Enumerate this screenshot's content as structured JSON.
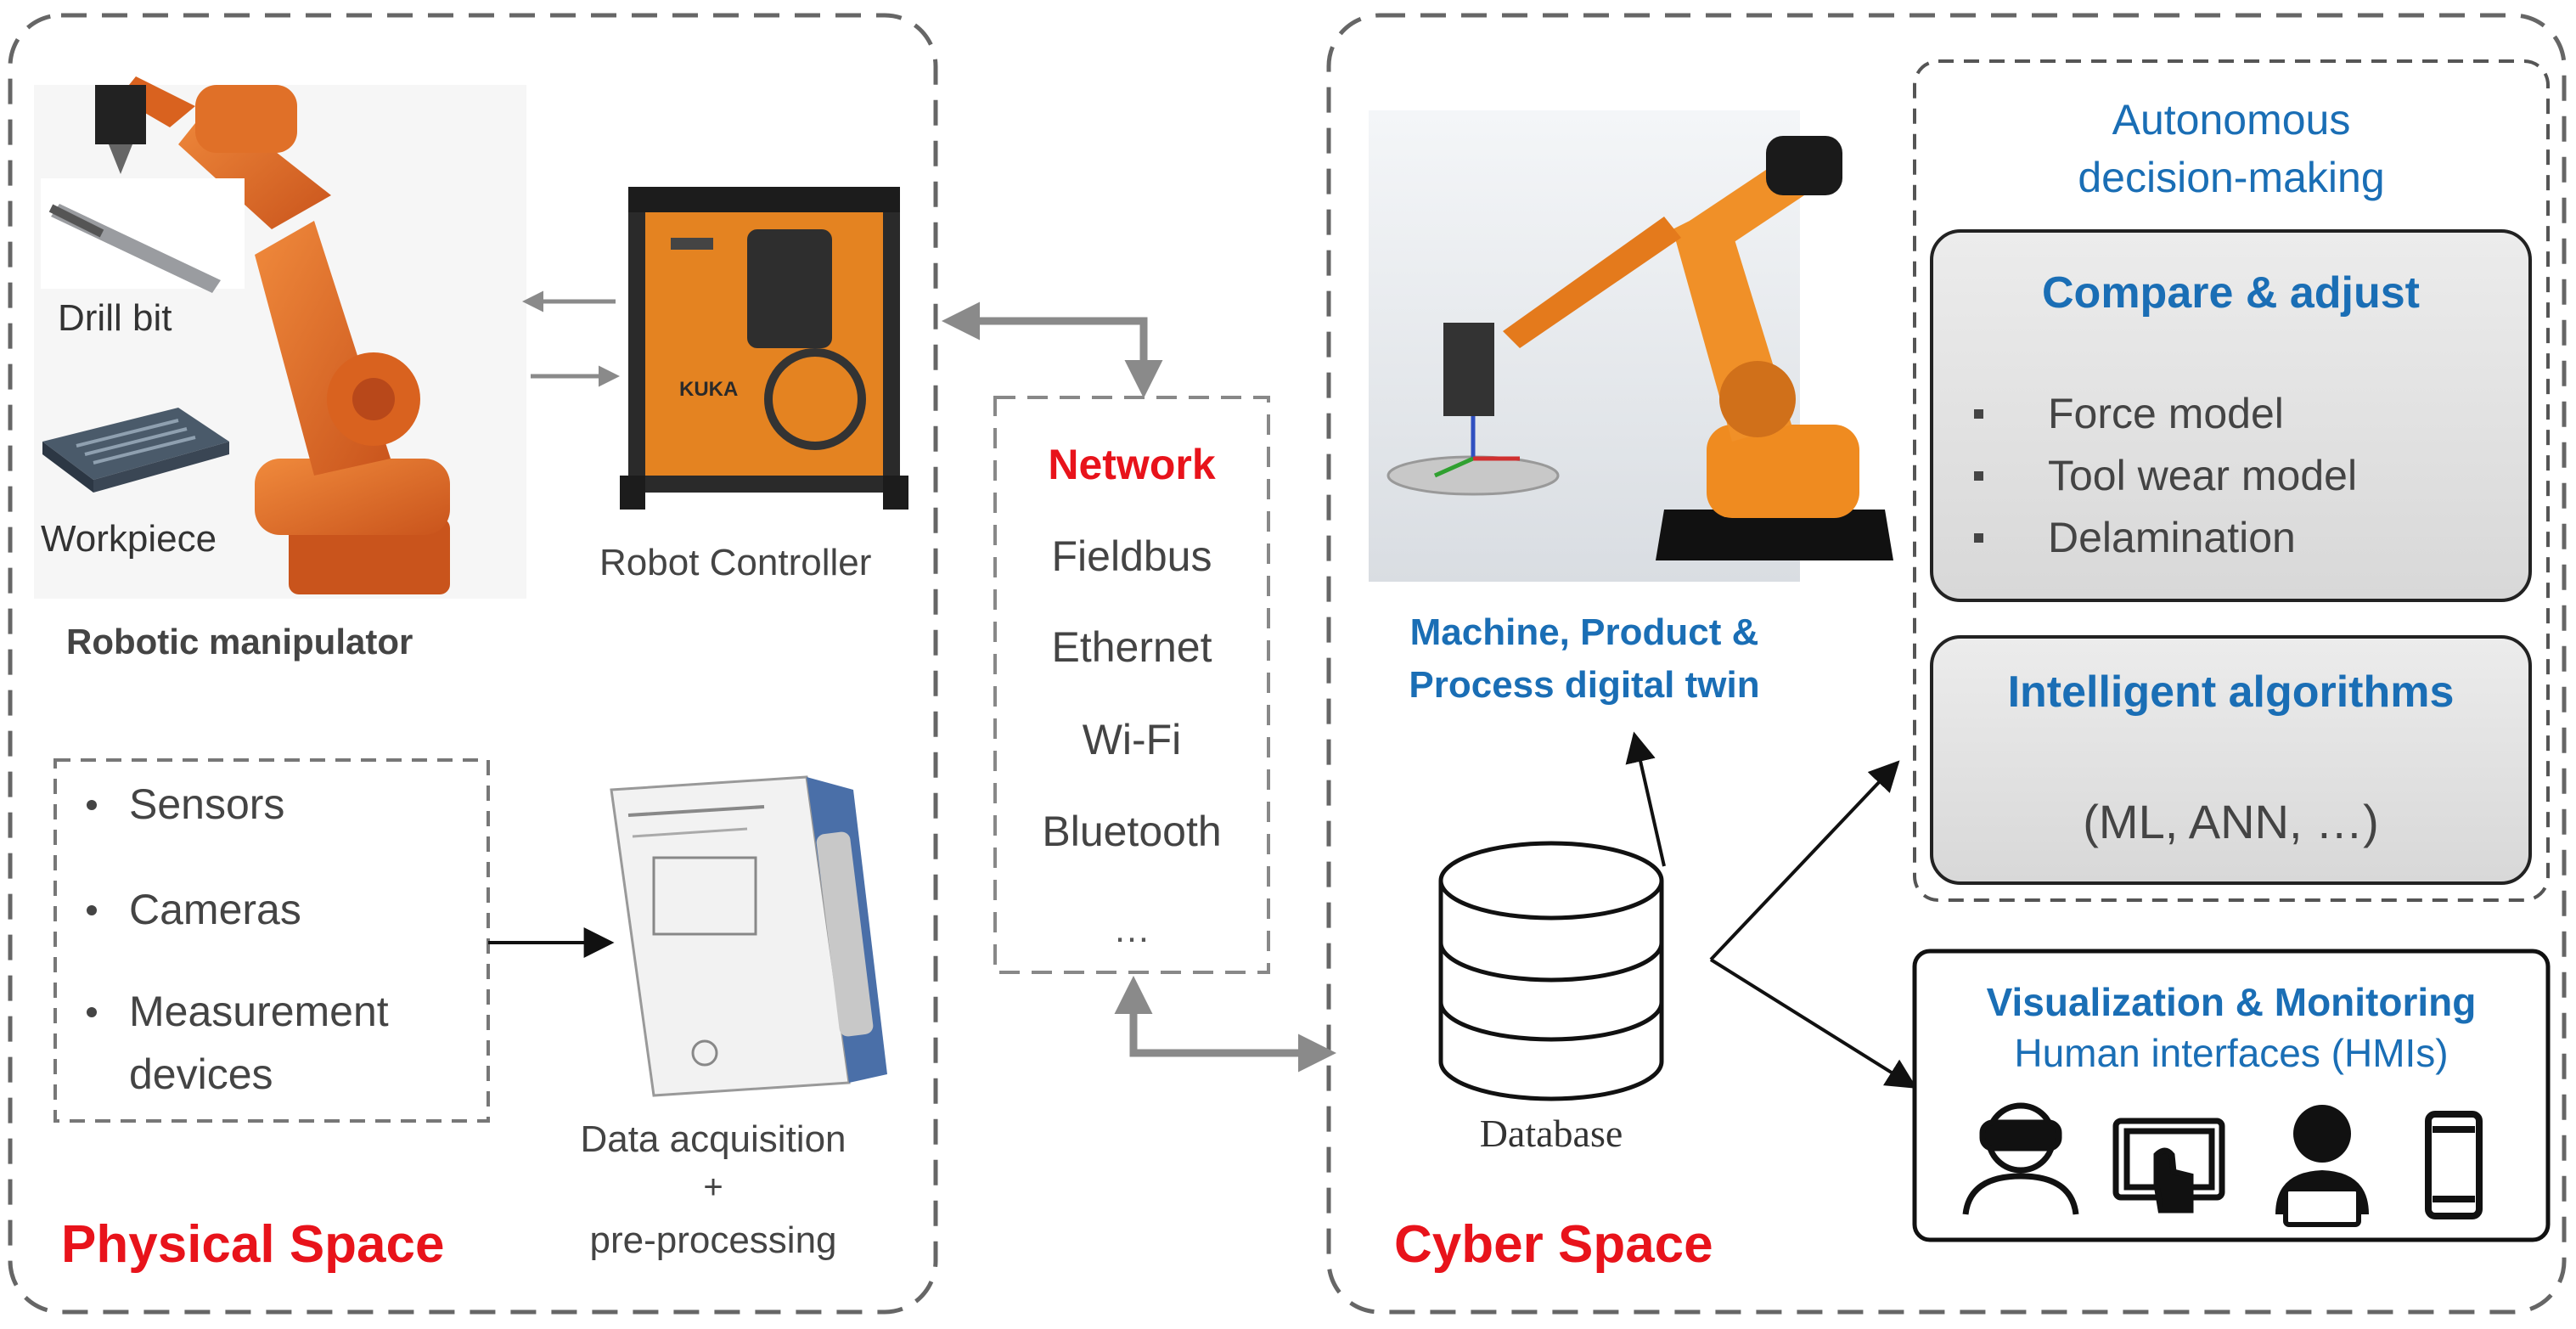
{
  "physical": {
    "title": "Physical Space",
    "manipulator_label": "Robotic manipulator",
    "drill_bit_label": "Drill bit",
    "workpiece_label": "Workpiece",
    "controller_label": "Robot Controller",
    "controller_brand": "KUKA",
    "sensor_items": [
      "Sensors",
      "Cameras",
      "Measurement",
      "devices"
    ],
    "daq_label_1": "Data acquisition",
    "daq_label_2": "+",
    "daq_label_3": "pre-processing"
  },
  "network": {
    "title": "Network",
    "items": [
      "Fieldbus",
      "Ethernet",
      "Wi-Fi",
      "Bluetooth",
      "…"
    ]
  },
  "cyber": {
    "title": "Cyber Space",
    "twin_label_1": "Machine, Product &",
    "twin_label_2": "Process digital twin",
    "database_label": "Database",
    "autonomous_1": "Autonomous",
    "autonomous_2": "decision-making",
    "compare_title": "Compare & adjust",
    "compare_items": [
      "Force model",
      "Tool wear model",
      "Delamination"
    ],
    "algorithms_title": "Intelligent algorithms",
    "algorithms_sub": "(ML, ANN, …)",
    "viz_title": "Visualization & Monitoring",
    "viz_sub": "Human interfaces (HMIs)"
  },
  "colors": {
    "red": "#e8131b",
    "blue": "#1a6eb5",
    "robot_orange": "#e8702a",
    "dash_gray": "#666666"
  }
}
